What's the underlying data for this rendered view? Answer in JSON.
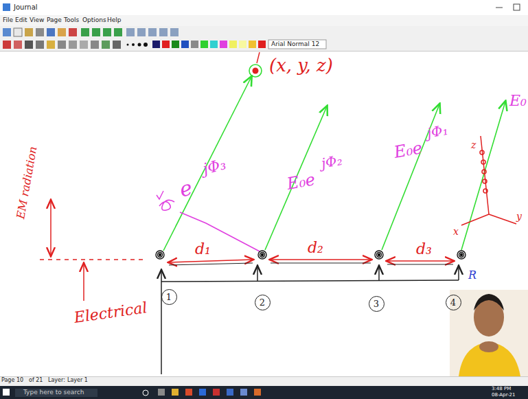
{
  "diagram": {
    "nodes": [
      {
        "text": [
          "1"
        ]
      },
      {
        "text": [
          "2"
        ]
      },
      {
        "text": [
          "3"
        ]
      },
      {
        "text": [
          "4"
        ]
      }
    ],
    "labels": [
      "Journal",
      "File",
      "Edit",
      "View",
      "Page",
      "Tools",
      "Options",
      "Help",
      "Arial Normal 12",
      "(x, y, z)",
      "e",
      "jΦ₃",
      "E₀e",
      "jΦ₂",
      "E₀e",
      "jΦ₁",
      "E₀",
      "z",
      "x",
      "y",
      "EM radiation",
      "Electrical",
      "d₁",
      "d₂",
      "d₃",
      "R",
      "Page",
      "10",
      "of 21",
      "Layer:",
      "Layer 1",
      "Type here to search",
      "3:48 PM",
      "08-Apr-21"
    ]
  }
}
